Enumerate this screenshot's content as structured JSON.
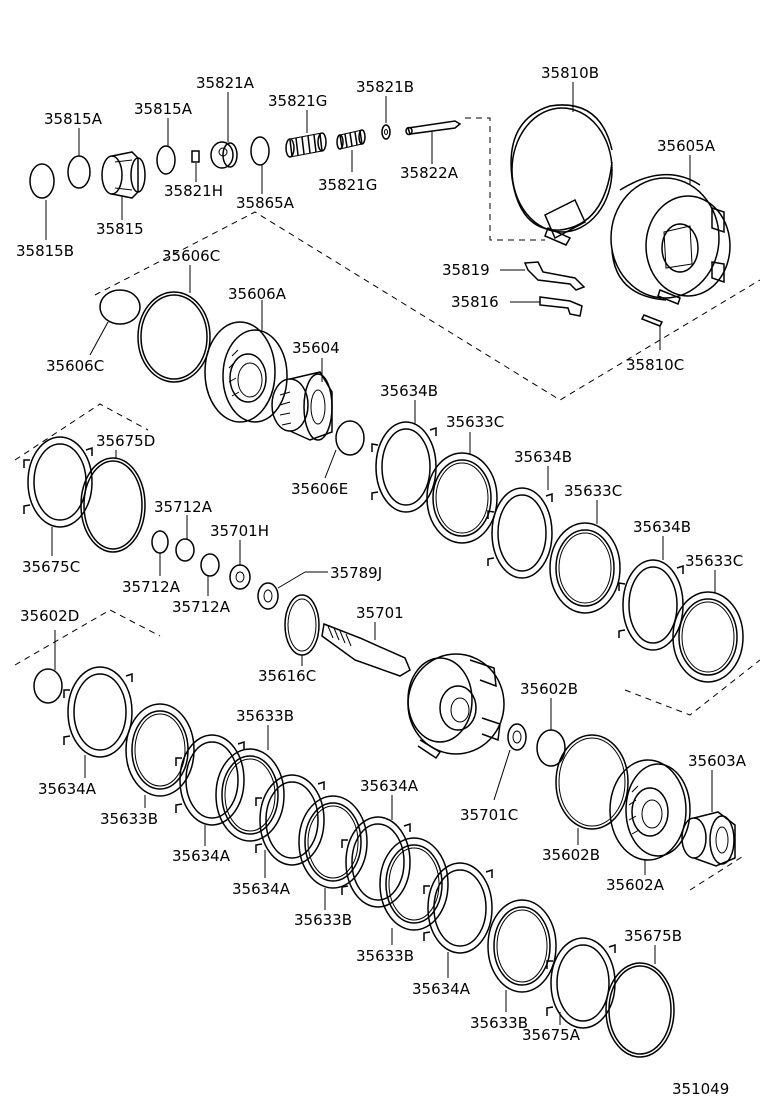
{
  "diagram_id": "351049",
  "labels": {
    "p35815A_a": "35815A",
    "p35815A_b": "35815A",
    "p35821A": "35821A",
    "p35821G_a": "35821G",
    "p35821B": "35821B",
    "p35810B": "35810B",
    "p35605A": "35605A",
    "p35815B": "35815B",
    "p35815": "35815",
    "p35821H": "35821H",
    "p35865A": "35865A",
    "p35821G_b": "35821G",
    "p35822A": "35822A",
    "p35606C_a": "35606C",
    "p35606A": "35606A",
    "p35606C_b": "35606C",
    "p35604": "35604",
    "p35819": "35819",
    "p35816": "35816",
    "p35810C": "35810C",
    "p35634B_a": "35634B",
    "p35633C_a": "35633C",
    "p35634B_b": "35634B",
    "p35633C_b": "35633C",
    "p35634B_c": "35634B",
    "p35633C_c": "35633C",
    "p35675D": "35675D",
    "p35606E": "35606E",
    "p35712A_a": "35712A",
    "p35701H": "35701H",
    "p35675C": "35675C",
    "p35712A_b": "35712A",
    "p35712A_c": "35712A",
    "p35789J": "35789J",
    "p35602D": "35602D",
    "p35701": "35701",
    "p35616C": "35616C",
    "p35602B_a": "35602B",
    "p35603A": "35603A",
    "p35634A_a": "35634A",
    "p35633B_a": "35633B",
    "p35633B_b": "35633B",
    "p35634A_b": "35634A",
    "p35634A_c": "35634A",
    "p35701C": "35701C",
    "p35602B_b": "35602B",
    "p35602A": "35602A",
    "p35634A_d": "35634A",
    "p35633B_c": "35633B",
    "p35633B_d": "35633B",
    "p35634A_e": "35634A",
    "p35675B": "35675B",
    "p35633B_e": "35633B",
    "p35675A": "35675A"
  }
}
